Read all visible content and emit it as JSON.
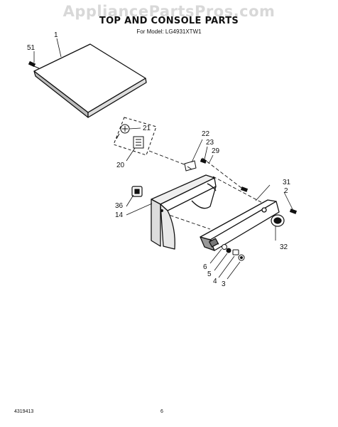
{
  "watermark": "AppliancePartsPros.com",
  "title": "TOP AND CONSOLE PARTS",
  "model": "For Model: LG4931XTW1",
  "labels": {
    "p51": "51",
    "p1": "1",
    "p21": "21",
    "p20": "20",
    "p22": "22",
    "p23": "23",
    "p29": "29",
    "p31": "31",
    "p2": "2",
    "p36": "36",
    "p14": "14",
    "p32": "32",
    "p6": "6",
    "p5": "5",
    "p4": "4",
    "p3": "3"
  },
  "footer": {
    "doc_number": "4319413",
    "page_number": "6"
  }
}
